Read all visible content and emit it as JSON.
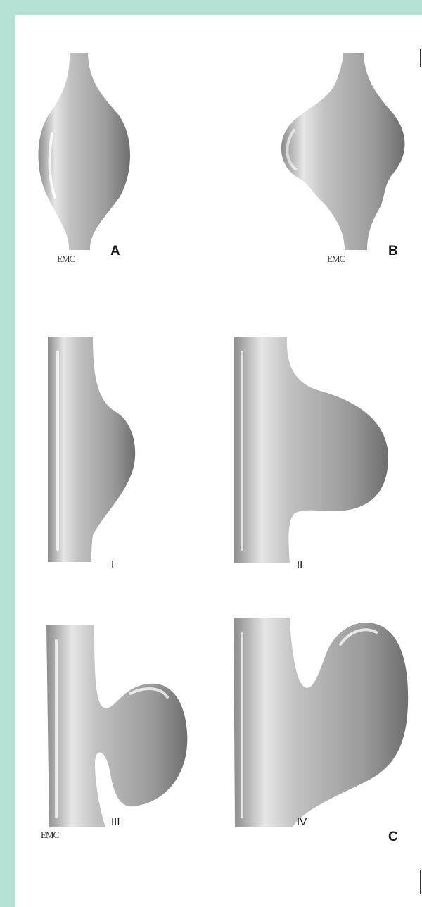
{
  "background": {
    "border_color": "#b6e0d3",
    "panel_color": "#ffffff",
    "vessel_color": "#9a9a9a"
  },
  "figure": {
    "panels": [
      {
        "id": "A",
        "label": "A",
        "credit": "EMC"
      },
      {
        "id": "B",
        "label": "B",
        "credit": "EMC"
      },
      {
        "id": "C",
        "label": "C",
        "credit": "EMC"
      }
    ],
    "stages": [
      "I",
      "II",
      "III",
      "IV"
    ]
  }
}
